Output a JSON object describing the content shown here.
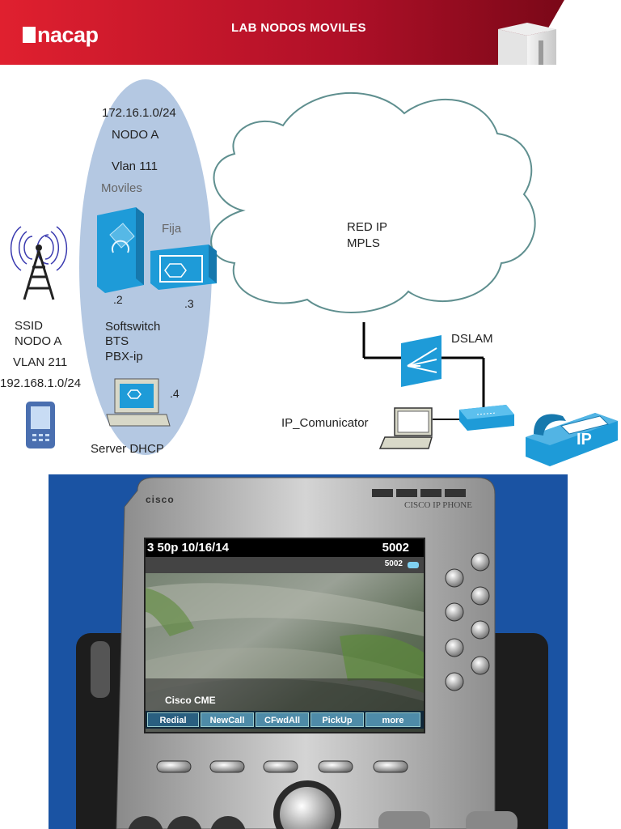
{
  "header": {
    "logo_text": "nacap",
    "title": "LAB NODOS MOVILES",
    "colors": {
      "red": "#c8102e",
      "dark_red": "#8a0a1e"
    }
  },
  "diagram": {
    "nodo_a": {
      "subnet": "172.16.1.0/24",
      "name": "NODO A",
      "vlan": "Vlan 111",
      "moviles": "Moviles",
      "fija": "Fija",
      "addr_softswitch": ".2",
      "addr_router": ".3"
    },
    "softswitch": {
      "line1": "Softswitch",
      "line2": "BTS",
      "line3": "PBX-ip"
    },
    "wireless": {
      "ssid": "SSID",
      "nodo": "NODO A",
      "vlan": "VLAN 211",
      "subnet": "192.168.1.0/24"
    },
    "server": {
      "addr": ".4",
      "label": "Server DHCP"
    },
    "cloud": {
      "line1": "RED IP",
      "line2": "MPLS"
    },
    "dslam": "DSLAM",
    "ip_communicator": "IP_Comunicator",
    "ip_phone_badge": "IP",
    "colors": {
      "ellipse": "#b4c8e2",
      "device": "#1e9bd8",
      "cloud_stroke": "#5f8f8f"
    }
  },
  "phone": {
    "brand": "cisco",
    "model": "CISCO IP PHONE",
    "screen": {
      "time_date": "3 50p 10/16/14",
      "extension": "5002",
      "line_extension": "5002",
      "system_name": "Cisco CME",
      "softkeys": [
        "Redial",
        "NewCall",
        "CFwdAll",
        "PickUp",
        "more"
      ]
    },
    "colors": {
      "background": "#1a53a3",
      "softkey": "#4e8ba8"
    }
  }
}
